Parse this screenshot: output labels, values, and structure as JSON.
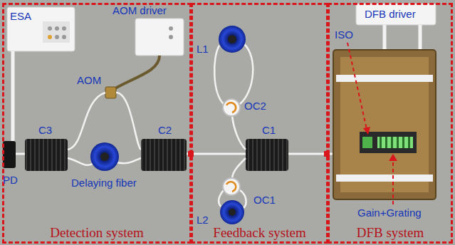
{
  "diagram": {
    "nodes": [
      {
        "text": [
          "Detection system"
        ]
      },
      {
        "text": [
          "Feedback system"
        ]
      },
      {
        "text": [
          "DFB system"
        ]
      }
    ],
    "labels": [
      "ESA",
      "AOM driver",
      "AOM",
      "PD",
      "C3",
      "Delaying fiber",
      "C2",
      "L1",
      "OC2",
      "C1",
      "L2",
      "OC1",
      "DFB driver",
      "ISO",
      "Gain+Grating"
    ]
  }
}
